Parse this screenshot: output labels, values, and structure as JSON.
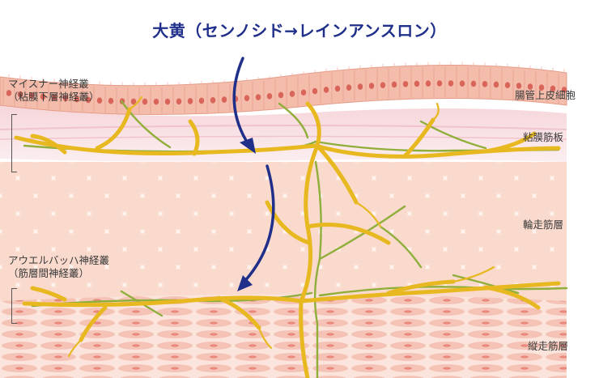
{
  "title": "大黄（センノシド→レインアンスロン）",
  "labels": {
    "epithelium": "腸管上皮細胞",
    "muscularis_mucosae": "粘膜筋板",
    "circular_muscle": "輪走筋層",
    "longitudinal_muscle": "縦走筋層",
    "meissner_line1": "マイスナー神経叢",
    "meissner_line2": "（粘膜下層神経叢）",
    "auerbach_line1": "アウエルバッハ神経叢",
    "auerbach_line2": "（筋層間神経叢）"
  },
  "colors": {
    "title": "#1f2f8a",
    "arrow": "#1f2f8a",
    "nerve_main": "#e8b820",
    "nerve_green": "#8fae3a",
    "epithelium": "#f2b9a8",
    "nucleus": "#d9655a",
    "muscle_cells": "#f6cfc4"
  }
}
